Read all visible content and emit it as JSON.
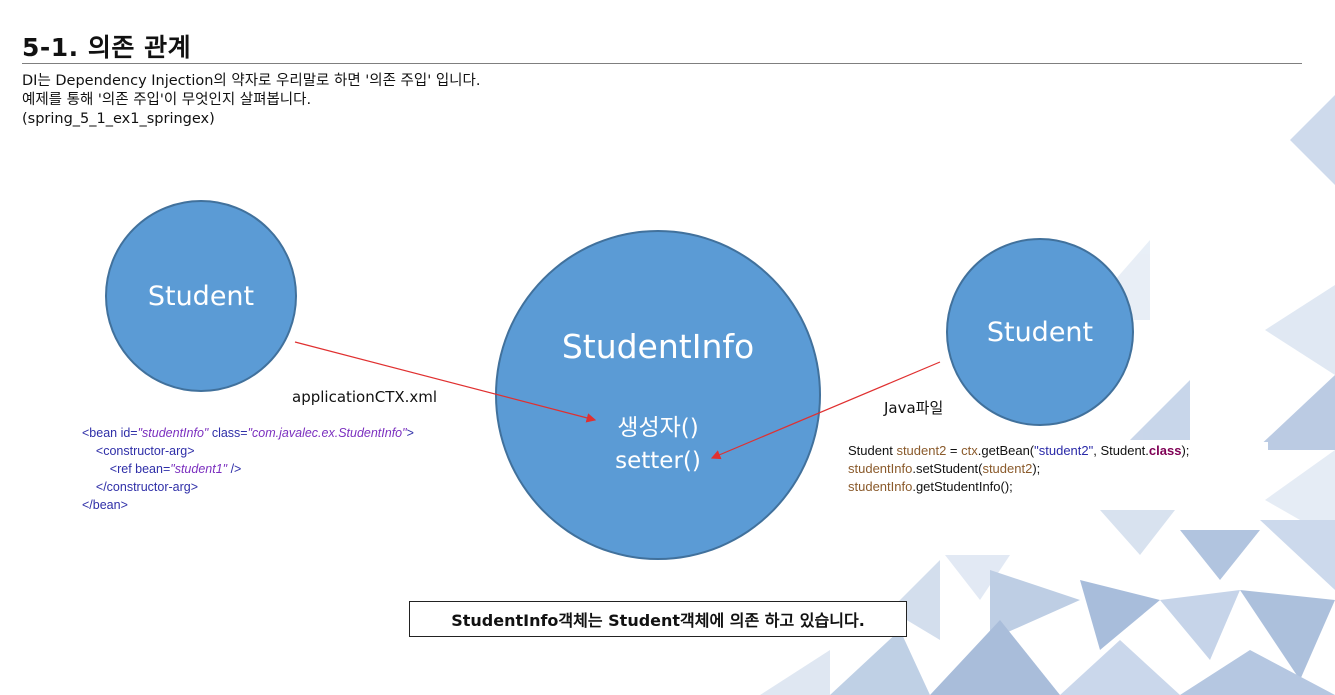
{
  "slide": {
    "title": "5-1. 의존 관계",
    "intro": [
      "DI는 Dependency Injection의 약자로 우리말로 하면 '의존 주입' 입니다.",
      "예제를 통해 '의존 주입'이 무엇인지 살펴봅니다.",
      "(spring_5_1_ex1_springex)"
    ]
  },
  "diagram": {
    "left_circle": "Student",
    "center_circle": {
      "name": "StudentInfo",
      "constructor": "생성자()",
      "setter": "setter()"
    },
    "right_circle": "Student",
    "left_arrow_label": "applicationCTX.xml",
    "right_arrow_label": "Java파일",
    "xml_code": {
      "l1_open": "<bean id=",
      "l1_id": "\"studentInfo\"",
      "l1_class_attr": " class=",
      "l1_class": "\"com.javalec.ex.StudentInfo\"",
      "l1_close": ">",
      "l2": "    <constructor-arg>",
      "l3_open": "        <ref bean=",
      "l3_bean": "\"student1\"",
      "l3_close": " />",
      "l4": "    </constructor-arg>",
      "l5": "</bean>"
    },
    "java_code": {
      "l1_a": "Student ",
      "l1_var": "student2",
      "l1_b": " = ",
      "l1_ctx": "ctx",
      "l1_c": ".getBean(",
      "l1_str": "\"student2\"",
      "l1_d": ", Student.",
      "l1_kw": "class",
      "l1_e": ");",
      "l2_var": "studentInfo",
      "l2_a": ".setStudent(",
      "l2_arg": "student2",
      "l2_b": ");",
      "l3_var": "studentInfo",
      "l3_a": ".getStudentInfo();"
    },
    "summary": "StudentInfo객체는 Student객체에 의존 하고 있습니다."
  },
  "colors": {
    "circle_fill": "#5b9bd5",
    "circle_border": "#41719c",
    "arrow": "#e03030",
    "deco_triangles": "#8ea9cf"
  }
}
